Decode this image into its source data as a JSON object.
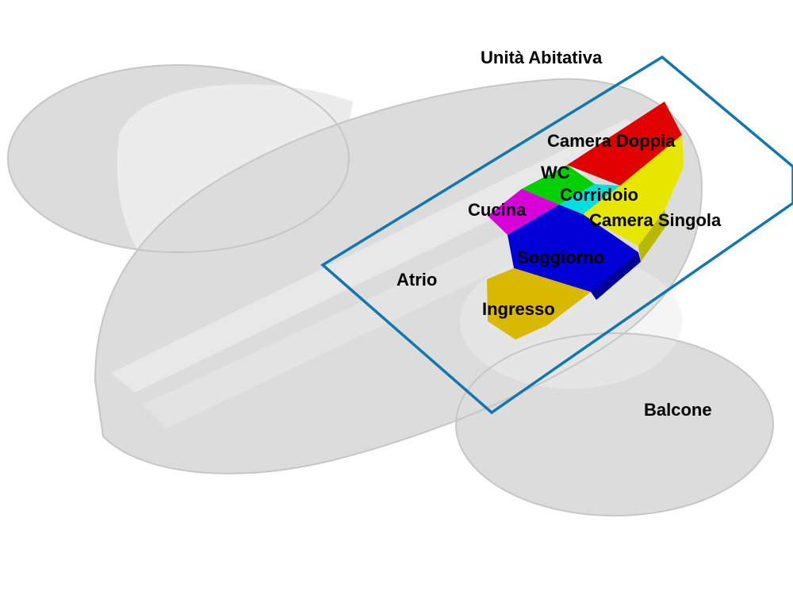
{
  "diagram": {
    "title": "Unità Abitativa",
    "colors": {
      "title": "#0b7cb6",
      "frame": "#1077b0",
      "building": "#dcdcdc",
      "building_edge": "#c6c6c6",
      "building_light": "#ececec",
      "camera_doppia": "#e00000",
      "camera_singola": "#e6e600",
      "wc": "#00d000",
      "corridoio": "#00dede",
      "cucina": "#d800d8",
      "soggiorno": "#0000d6",
      "ingresso": "#d9b800"
    },
    "labels": {
      "camera_doppia": "Camera Doppia",
      "wc": "WC",
      "corridoio": "Corridoio",
      "cucina": "Cucina",
      "camera_singola": "Camera Singola",
      "soggiorno": "Soggiorno",
      "atrio": "Atrio",
      "ingresso": "Ingresso",
      "balcone": "Balcone"
    }
  }
}
